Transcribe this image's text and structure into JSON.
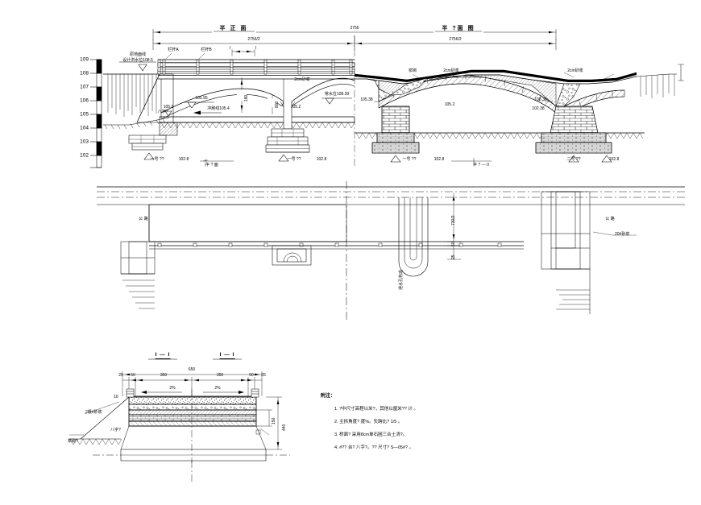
{
  "drawing": {
    "type": "bridge-elevation-plan-section-cad",
    "sheet_bg": "#ffffff",
    "line_color": "#000000"
  },
  "elevation_view": {
    "title_left": "半 正 面",
    "title_right": "半 ?面 图",
    "scale_ticks": [
      "109",
      "108",
      "107",
      "106",
      "105",
      "104",
      "103",
      "102"
    ],
    "dim_total": "2756",
    "dim_half_left": "2756/2",
    "dim_half_right": "2756/2",
    "labels": {
      "ground_line": "原地面线",
      "design_elev": "设计洪水位108.5",
      "rail_a": "栏杆A",
      "rail_b": "栏杆B",
      "sec_mark_1": "I",
      "sec_mark_2": "I",
      "slope_left": "2cm砂浆",
      "slope_mid": "2cm砂浆",
      "slope_right": "2cm砂浆",
      "arch_rise": "180",
      "arch_span": "800",
      "wl_left": "105.95",
      "wl_mid": "常水位108.39",
      "bed_left": "105.2",
      "bed_right": "105.2",
      "elev_left_ground": "105.0",
      "elev_pier1": "105.38",
      "elev_pier2": "105.38",
      "elev_right": "102.38",
      "found_note": "冲刷线105.4",
      "abut_label": "八字?",
      "stone_note": "浆砌",
      "pier1": "一号 ??",
      "pier1_elev": "102.8",
      "pier2": "二号 ??",
      "pier2_elev": "102.8",
      "pier0": "一号 ??",
      "pier0_elev": "102.8",
      "sec_label_1": "I — I",
      "sec_label_2": "I — I",
      "half_sec_left": "半 ? 面",
      "half_sec_right": "半 ? — II"
    }
  },
  "plan_view": {
    "dim_half_width": "730/2",
    "dim_edge_1": "50",
    "dim_edge_2": "25",
    "label_left": "公 路",
    "label_right": "公 路",
    "label_drain": "泄水孔构造",
    "label_wing": "20#砂浆",
    "dim_total": "2756"
  },
  "section_view": {
    "title_left": "I — I",
    "title_right": "I — I",
    "dim_total": "650",
    "dims": [
      "25",
      "50",
      "350",
      "350",
      "50",
      "25"
    ],
    "slope_left": "2%",
    "slope_right": "2%",
    "label_rail": "2根#砂浆",
    "label_fill": "八字?",
    "label_base": "浆砌?",
    "label_cap": "10",
    "dim_height": "440",
    "dim_sub": "150"
  },
  "notes": {
    "heading": "附注：",
    "items": [
      "1. ?中尺寸高程以米?，其他以厘米??  计 。",
      "2. 主拱角度? 度%。矢跨比? 1/5 。",
      "3. 桥面? 采用8cm单石困三合土浇?。",
      "4. #?? 台? 八字?。?? 尺寸? S—05#? 。"
    ]
  }
}
